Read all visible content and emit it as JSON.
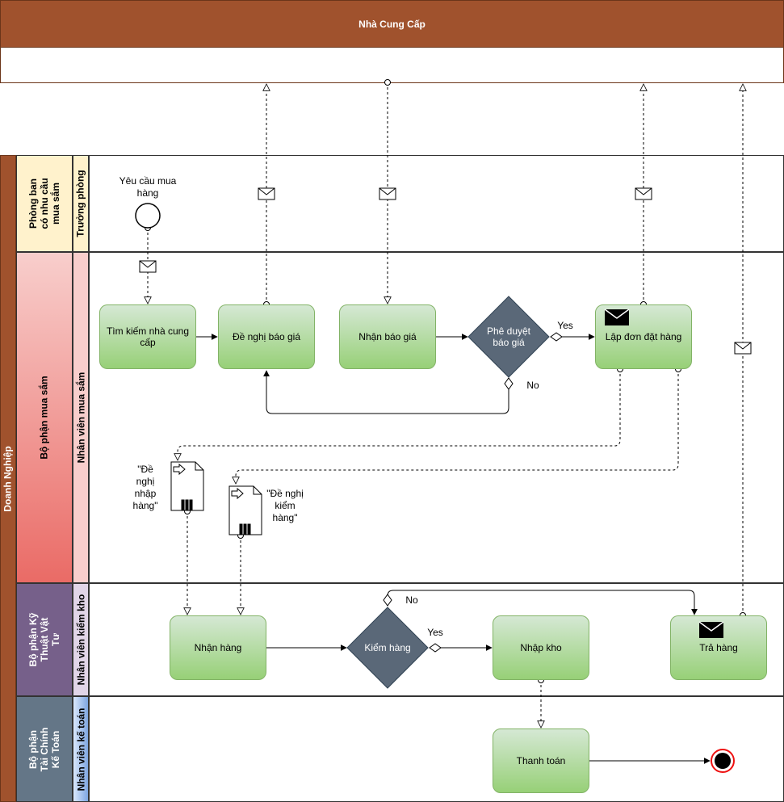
{
  "pools": {
    "supplier": {
      "title": "Nhà Cung Cấp"
    },
    "enterprise": {
      "title": "Doanh Nghiệp"
    }
  },
  "departments": {
    "requesting": "Phòng ban có nhu cầu mua sắm",
    "purchasing": "Bộ phận mua sắm",
    "technical": "Bộ phận Kỹ Thuật Vật Tư",
    "finance": "Bộ phận Tài Chính Kế Toán"
  },
  "roles": {
    "head": "Trưởng phòng",
    "purchaser": "Nhân viên mua sắm",
    "inspector": "Nhân viên kiểm kho",
    "accountant": "Nhân viên kế toán"
  },
  "events": {
    "start_label": "Yêu cầu mua hàng"
  },
  "tasks": {
    "find_supplier": "Tìm kiếm nhà cung cấp",
    "request_quote": "Đề nghị báo giá",
    "receive_quote": "Nhận báo giá",
    "create_order": "Lập đơn đặt hàng",
    "receive_goods": "Nhận hàng",
    "warehouse_in": "Nhập kho",
    "return_goods": "Trả hàng",
    "payment": "Thanh toán"
  },
  "gateways": {
    "approve_quote": "Phê duyệt báo giá",
    "inspect": "Kiểm hàng",
    "yes_label": "Yes",
    "no_label": "No"
  },
  "documents": {
    "receipt_request": "\"Đề nghị nhập hàng\"",
    "inspection_request": "\"Đề nghị kiểm hàng\""
  },
  "colors": {
    "supplier_header": "#a0522d",
    "enterprise_band": "#a0522d",
    "requesting_dept": "#fff2cc",
    "purchasing_dept": "#ea6b66",
    "technical_dept": "#76608a",
    "finance_dept": "#647687",
    "task_fill": "#97d077",
    "gateway_fill": "#5a6878"
  },
  "icons": {
    "message": "envelope-icon",
    "document": "data-object-icon",
    "end": "end-event-icon"
  }
}
